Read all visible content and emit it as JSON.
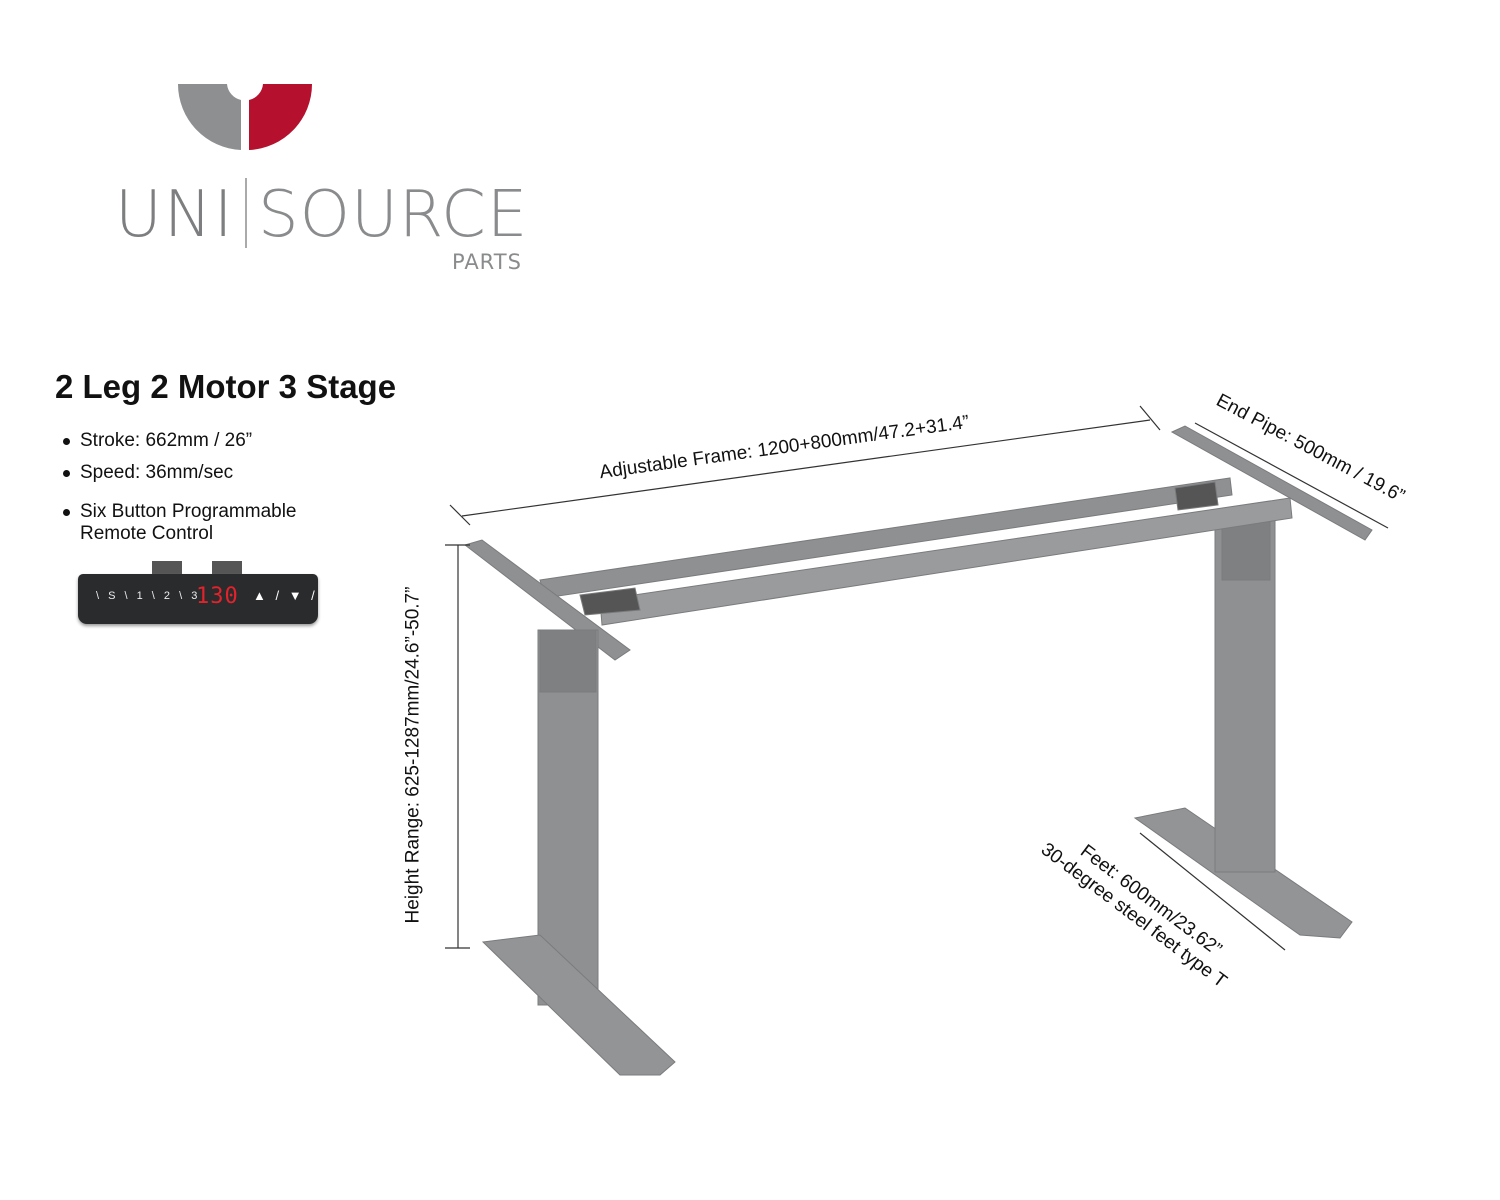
{
  "brand": {
    "name_left": "UNI",
    "name_right": "SOURCE",
    "sub": "PARTS",
    "colors": {
      "gray": "#8e8f91",
      "red": "#b5112e"
    }
  },
  "product": {
    "title": "2 Leg 2 Motor 3 Stage",
    "specs": [
      {
        "lines": [
          "Stroke: 662mm / 26”"
        ]
      },
      {
        "lines": [
          "Speed: 36mm/sec"
        ]
      },
      {
        "lines": [
          "Six Button Programmable",
          "Remote Control"
        ]
      }
    ]
  },
  "remote": {
    "keys": "\\ S \\ 1 \\ 2 \\ 3",
    "display": "130",
    "arrows": "▲ / ▼ /"
  },
  "dimensions": {
    "frame": "Adjustable Frame: 1200+800mm/47.2+31.4”",
    "end_pipe": "End Pipe: 500mm / 19.6”",
    "height": "Height Range: 625-1287mm/24.6”-50.7”",
    "feet_line1": "Feet: 600mm/23.62”",
    "feet_line2": "30-degree steel feet type T"
  },
  "colors": {
    "steel": "#8f9092",
    "steel_dark": "#6e6f71"
  }
}
